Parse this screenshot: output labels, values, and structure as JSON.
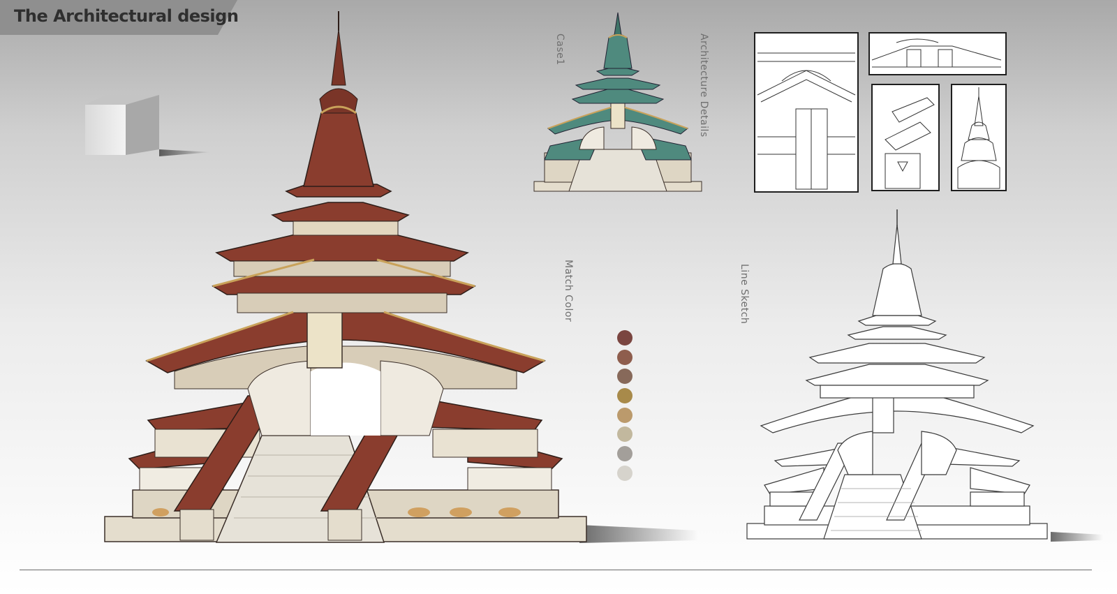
{
  "header": {
    "title": "The Architectural design"
  },
  "labels": {
    "case": "Case1",
    "details": "Architecture  Details",
    "match_color": "Match Color",
    "line_sketch": "Line Sketch"
  },
  "colors": {
    "roof_red": "#8a3d2e",
    "gold_trim": "#c9a25a",
    "teal_roof": "#4f8a7e",
    "stone": "#e4ddcd"
  },
  "palette": [
    "#7a4540",
    "#8e5d4d",
    "#87695a",
    "#a88a4a",
    "#bb9a6c",
    "#c2b89e",
    "#a39f9a",
    "#d6d3cc"
  ]
}
